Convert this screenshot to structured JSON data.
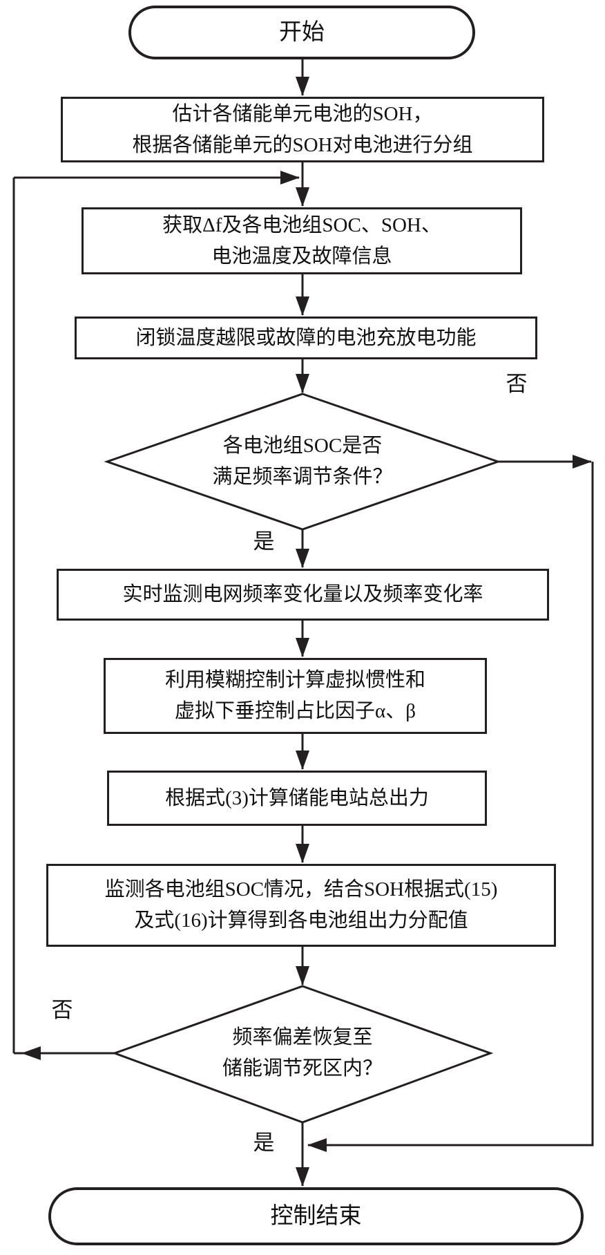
{
  "diagram": {
    "type": "flowchart",
    "colors": {
      "stroke": "#231f20",
      "fill": "#ffffff",
      "background": "#ffffff"
    },
    "nodes": {
      "start": {
        "shape": "terminator",
        "label": "开始"
      },
      "box1": {
        "shape": "process",
        "lines": [
          "估计各储能单元电池的SOH，",
          "根据各储能单元的SOH对电池进行分组"
        ]
      },
      "box2": {
        "shape": "process",
        "lines": [
          "获取Δf及各电池组SOC、SOH、",
          "电池温度及故障信息"
        ]
      },
      "box3": {
        "shape": "process",
        "lines": [
          "闭锁温度越限或故障的电池充放电功能"
        ]
      },
      "decision1": {
        "shape": "decision",
        "lines": [
          "各电池组SOC是否",
          "满足频率调节条件？"
        ]
      },
      "box4": {
        "shape": "process",
        "lines": [
          "实时监测电网频率变化量以及频率变化率"
        ]
      },
      "box5": {
        "shape": "process",
        "lines": [
          "利用模糊控制计算虚拟惯性和",
          "虚拟下垂控制占比因子α、β"
        ]
      },
      "box6": {
        "shape": "process",
        "lines": [
          "根据式(3)计算储能电站总出力"
        ]
      },
      "box7": {
        "shape": "process",
        "lines": [
          "监测各电池组SOC情况，结合SOH根据式(15)",
          "及式(16)计算得到各电池组出力分配值"
        ]
      },
      "decision2": {
        "shape": "decision",
        "lines": [
          "频率偏差恢复至",
          "储能调节死区内？"
        ]
      },
      "end": {
        "shape": "terminator",
        "label": "控制结束"
      }
    },
    "edge_labels": {
      "decision1_no": "否",
      "decision1_yes": "是",
      "decision2_no": "否",
      "decision2_yes": "是"
    }
  }
}
